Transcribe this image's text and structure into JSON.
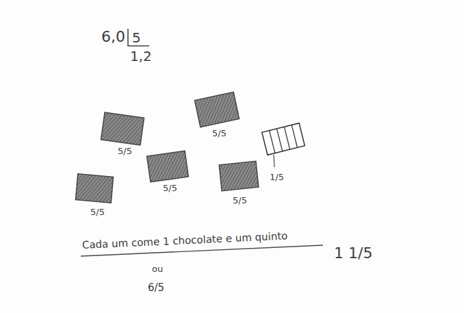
{
  "diagram": {
    "labels": [
      "6,0",
      "5",
      "1,2",
      "5/5",
      "5/5",
      "5/5",
      "5/5",
      "5/5",
      "1/5",
      "Cada um come 1 chocolate e um quinto",
      "1 1/5",
      "ou",
      "6/5"
    ]
  }
}
